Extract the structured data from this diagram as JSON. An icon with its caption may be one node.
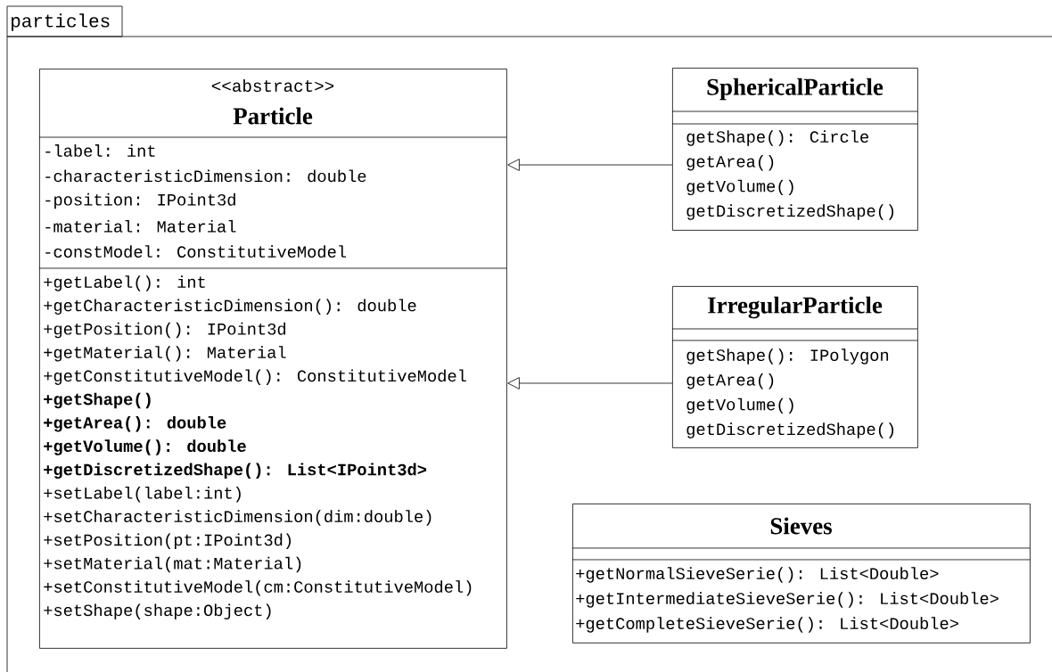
{
  "diagram": {
    "nodes": [
      {
        "text": [
          "particles"
        ]
      },
      {
        "text": [
          "<<abstract>>",
          "Particle",
          "-label: int",
          "-characteristicDimension: double",
          "-position: IPoint3d",
          "-material: Material",
          "-constModel: ConstitutiveModel",
          "+getLabel(): int",
          "+getCharacteristicDimension(): double",
          "+getPosition(): IPoint3d",
          "+getMaterial(): Material",
          "+getConstitutiveModel(): ConstitutiveModel",
          "+getShape()",
          "+getArea(): double",
          "+getVolume(): double",
          "+getDiscretizedShape(): List<IPoint3d>",
          "+setLabel(label:int)",
          "+setCharacteristicDimension(dim:double)",
          "+setPosition(pt:IPoint3d)",
          "+setMaterial(mat:Material)",
          "+setConstitutiveModel(cm:ConstitutiveModel)",
          "+setShape(shape:Object)"
        ],
        "in": 0
      },
      {
        "text": [
          "SphericalParticle",
          "getShape(): Circle",
          "getArea()",
          "getVolume()",
          "getDiscretizedShape()"
        ],
        "in": 0
      },
      {
        "text": [
          "IrregularParticle",
          "getShape(): IPolygon",
          "getArea()",
          "getVolume()",
          "getDiscretizedShape()"
        ],
        "in": 0
      },
      {
        "text": [
          "Sieves",
          "+getNormalSieveSerie(): List<Double>",
          "+getIntermediateSieveSerie(): List<Double>",
          "+getCompleteSieveSerie(): List<Double>"
        ],
        "in": 0
      }
    ],
    "edges": [
      {
        "from": 2,
        "to": 1,
        "arrow": "to"
      },
      {
        "from": 3,
        "to": 1,
        "arrow": "to"
      }
    ]
  }
}
